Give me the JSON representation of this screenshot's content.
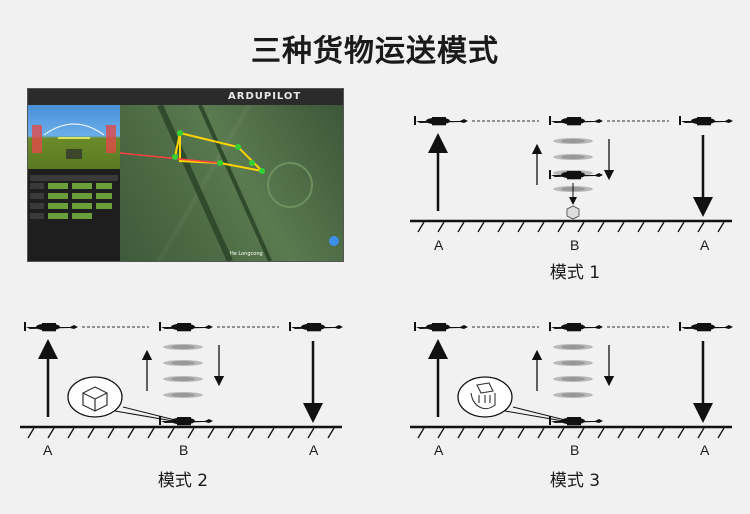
{
  "title": "三种货物运送模式",
  "screenshot": {
    "logo_text": "ARDUPILOT",
    "map_label": "He Longcong"
  },
  "modes": [
    {
      "caption": "模式 1",
      "labels": [
        "A",
        "B",
        "A"
      ],
      "payload_icon": "package-icon"
    },
    {
      "caption": "模式 2",
      "labels": [
        "A",
        "B",
        "A"
      ],
      "payload_icon": "package-icon"
    },
    {
      "caption": "模式 3",
      "labels": [
        "A",
        "B",
        "A"
      ],
      "payload_icon": "hand-with-package-icon"
    }
  ]
}
